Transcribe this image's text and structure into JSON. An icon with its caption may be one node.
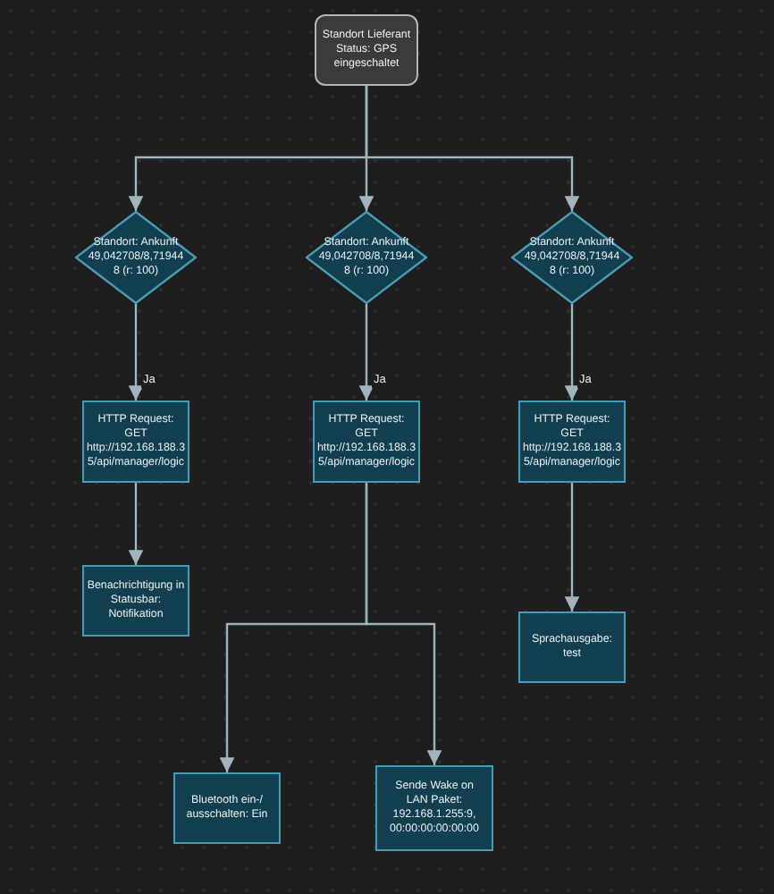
{
  "diagram": {
    "nodes": [
      {
        "text": [
          "Standort Lieferant Status: GPS eingeschaltet"
        ]
      },
      {
        "text": [
          "Standort: Ankunft 49,042708/8,719448 (r: 100)"
        ]
      },
      {
        "text": [
          "Standort: Ankunft 49,042708/8,719448 (r: 100)"
        ]
      },
      {
        "text": [
          "Standort: Ankunft 49,042708/8,719448 (r: 100)"
        ]
      },
      {
        "text": [
          "HTTP Request: GET http://192.168.188.35/api/manager/logic"
        ]
      },
      {
        "text": [
          "HTTP Request: GET http://192.168.188.35/api/manager/logic"
        ]
      },
      {
        "text": [
          "HTTP Request: GET http://192.168.188.35/api/manager/logic"
        ]
      },
      {
        "text": [
          "Benachrichtigung in Statusbar: Notifikation"
        ]
      },
      {
        "text": [
          "Sprachausgabe: test"
        ]
      },
      {
        "text": [
          "Bluetooth ein-/ ausschalten: Ein"
        ]
      },
      {
        "text": [
          "Sende Wake on LAN Paket: 192.168.1.255:9, 00:00:00:00:00:00"
        ]
      }
    ],
    "edges": [
      {
        "from": 0,
        "to": 1,
        "arrow": "to"
      },
      {
        "from": 0,
        "to": 2,
        "arrow": "to"
      },
      {
        "from": 0,
        "to": 3,
        "arrow": "to"
      },
      {
        "from": 1,
        "to": 4,
        "arrow": "to",
        "label": "Ja"
      },
      {
        "from": 2,
        "to": 5,
        "arrow": "to",
        "label": "Ja"
      },
      {
        "from": 3,
        "to": 6,
        "arrow": "to",
        "label": "Ja"
      },
      {
        "from": 4,
        "to": 7,
        "arrow": "to"
      },
      {
        "from": 5,
        "to": 9,
        "arrow": "to"
      },
      {
        "from": 5,
        "to": 10,
        "arrow": "to"
      },
      {
        "from": 6,
        "to": 8,
        "arrow": "to"
      }
    ]
  }
}
